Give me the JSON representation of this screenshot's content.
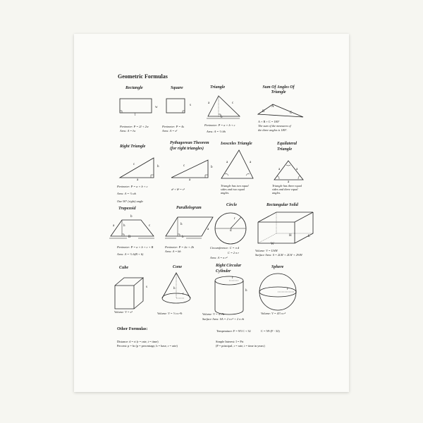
{
  "title": "Geometric Formulas",
  "shapes": {
    "rectangle": {
      "name": "Rectangle",
      "labels": [
        "w",
        "l"
      ],
      "formulas": [
        "Perimeter: P = 2l + 2w",
        "Area: A = lw"
      ]
    },
    "square": {
      "name": "Square",
      "labels": [
        "s"
      ],
      "formulas": [
        "Perimeter: P = 4s",
        "Area: A = s²"
      ]
    },
    "triangle": {
      "name": "Triangle",
      "labels": [
        "a",
        "c",
        "b"
      ],
      "formulas": [
        "Perimeter: P = a + b + c",
        "Area: A = ½ bh"
      ]
    },
    "sum_angles": {
      "name": "Sum Of Angles Of Triangle",
      "labels": [
        "A",
        "B",
        "C"
      ],
      "formulas": [
        "A + B + C = 180°",
        "The sum of the measures of",
        "the three angles is 180°."
      ]
    },
    "right_triangle": {
      "name": "Right Triangle",
      "labels": [
        "c",
        "h",
        "a"
      ],
      "formulas": [
        "Perimeter: P = a + b + c",
        "Area: A = ½ ah",
        "One 90° (right) angle"
      ]
    },
    "pythagorean": {
      "name": "Pythagorean Theorem (for right triangles)",
      "labels": [
        "c",
        "b",
        "a"
      ],
      "formulas": [
        "a² + b² = c²"
      ]
    },
    "isosceles": {
      "name": "Isosceles Triangle",
      "labels": [
        "a",
        "a"
      ],
      "formulas": [
        "Triangle has two equal",
        "sides and two equal",
        "angles."
      ]
    },
    "equilateral": {
      "name": "Equilateral Triangle",
      "labels": [
        "a",
        "a",
        "a"
      ],
      "formulas": [
        "Triangle has three equal",
        "sides and three equal",
        "angles."
      ]
    },
    "trapezoid": {
      "name": "Trapezoid",
      "labels": [
        "b",
        "a",
        "h",
        "c",
        "B"
      ],
      "formulas": [
        "Perimeter: P = a + b + c + B",
        "Area: A = ½ h(B + b)"
      ]
    },
    "parallelogram": {
      "name": "Parallelogram",
      "labels": [
        "h",
        "a",
        "b"
      ],
      "formulas": [
        "Perimeter: P = 2a + 2b",
        "Area: A = bh"
      ]
    },
    "circle": {
      "name": "Circle",
      "labels": [
        "r",
        "d"
      ],
      "formulas": [
        "Circumference: C = π d",
        "C = 2 π r",
        "Area: A = π r²"
      ]
    },
    "rect_solid": {
      "name": "Rectangular Solid",
      "labels": [
        "H",
        "L",
        "W"
      ],
      "formulas": [
        "Volume: V = LWH",
        "Surface Area: S = 2LH + 2LW + 2WH"
      ]
    },
    "cube": {
      "name": "Cube",
      "labels": [
        "s"
      ],
      "formulas": [
        "Volume: V = s³"
      ]
    },
    "cone": {
      "name": "Cone",
      "labels": [
        "h",
        "r"
      ],
      "formulas": [
        "Volume: V = ⅓ π r²h"
      ]
    },
    "cylinder": {
      "name": "Right Circular Cylinder",
      "labels": [
        "r",
        "h"
      ],
      "formulas": [
        "Volume: V = π r²h",
        "Surface Area: SA = 2 π r² + 2 π rh"
      ]
    },
    "sphere": {
      "name": "Sphere",
      "labels": [
        "r"
      ],
      "formulas": [
        "Volume: V = 4⁄3 π r³"
      ]
    }
  },
  "other": {
    "heading": "Other Formulas:",
    "temperature": "Temperature: F = 9⁄5 C + 32",
    "temperature_c": "C = 5⁄9 (F - 32)",
    "distance": "Distance: d = rt (r = rate, t = time)",
    "percent": "Percent: p = br (p = percentage, b = base, r = rate)",
    "interest": "Simple Interest: I = Prt",
    "interest_key": "(P = principal, r = rate, t = time in years)"
  }
}
